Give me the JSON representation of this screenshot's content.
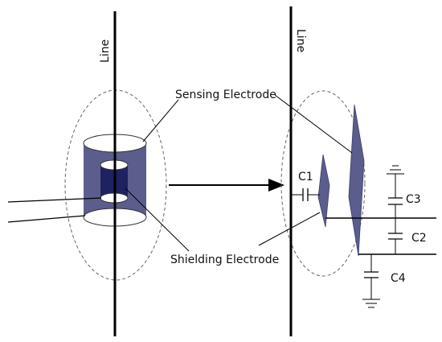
{
  "labels": {
    "line_left": "Line",
    "line_right": "Line",
    "sensing": "Sensing Electrode",
    "shielding": "Shielding Electrode"
  },
  "capacitors": {
    "c1": "C1",
    "c2": "C2",
    "c3": "C3",
    "c4": "C4"
  },
  "colors": {
    "electrode_fill": "#5b5e8c",
    "inner_shield": "#1e2260",
    "ink": "#000000",
    "dashed": "#666666"
  }
}
